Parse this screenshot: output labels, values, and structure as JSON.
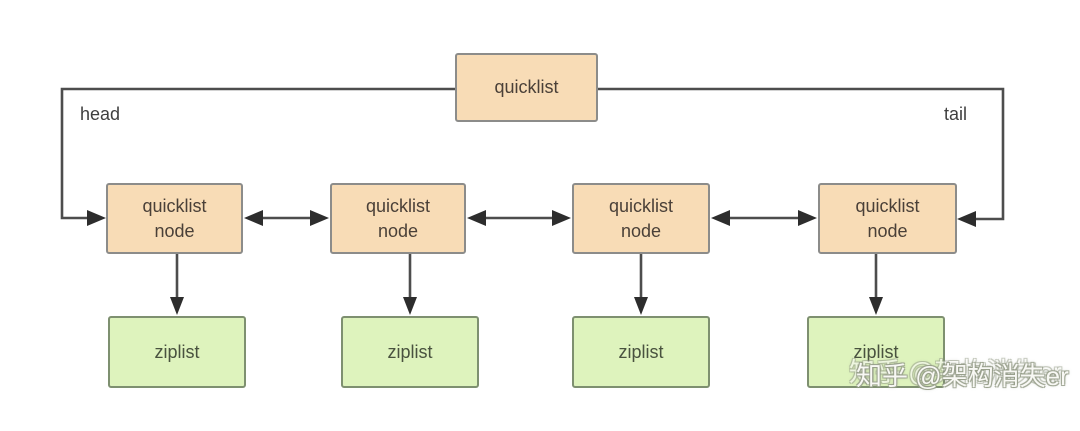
{
  "diagram": {
    "title_box": {
      "label": "quicklist"
    },
    "head_label": "head",
    "tail_label": "tail",
    "nodes": [
      {
        "label": "quicklist node"
      },
      {
        "label": "quicklist node"
      },
      {
        "label": "quicklist node"
      },
      {
        "label": "quicklist node"
      }
    ],
    "ziplists": [
      {
        "label": "ziplist"
      },
      {
        "label": "ziplist"
      },
      {
        "label": "ziplist"
      },
      {
        "label": "ziplist"
      }
    ],
    "watermark": "知乎 @架构消失er"
  },
  "colors": {
    "node_fill": "#f8dcb6",
    "node_border": "#8c8c8a",
    "node_text": "#4a4038",
    "ziplist_fill": "#def3bd",
    "ziplist_border": "#7e9070",
    "ziplist_text": "#49523f",
    "line": "#4d4d4d",
    "arrowhead": "#2d2d2d",
    "label_text": "#3f3f3f",
    "background": "#ffffff"
  }
}
